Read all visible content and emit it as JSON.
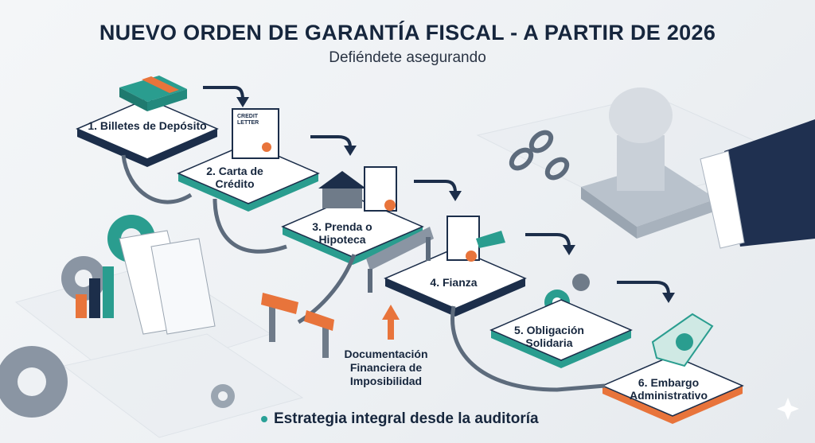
{
  "header": {
    "title": "NUEVO ORDEN DE GARANTÍA FISCAL - A PARTIR DE 2026",
    "subtitle": "Defiéndete asegurando"
  },
  "steps": [
    {
      "label": "1. Billetes de Depósito",
      "edge_color": "#1c2e4a"
    },
    {
      "label": "2. Carta de Crédito",
      "edge_color": "#2a9d8f"
    },
    {
      "label": "3. Prenda o Hipoteca",
      "edge_color": "#2a9d8f"
    },
    {
      "label": "4. Fianza",
      "edge_color": "#1c2e4a"
    },
    {
      "label": "5. Obligación Solidaria",
      "edge_color": "#2a9d8f"
    },
    {
      "label": "6. Embargo Administrativo",
      "edge_color": "#e8743b"
    }
  ],
  "illustration": {
    "credit_letter_text": "CREDIT LETTER"
  },
  "note": "Documentación Financiera de Imposibilidad",
  "footer": "Estrategia integral desde la auditoría",
  "colors": {
    "navy": "#1c2e4a",
    "teal": "#2a9d8f",
    "orange": "#e8743b",
    "chain": "#5d6b7c"
  }
}
